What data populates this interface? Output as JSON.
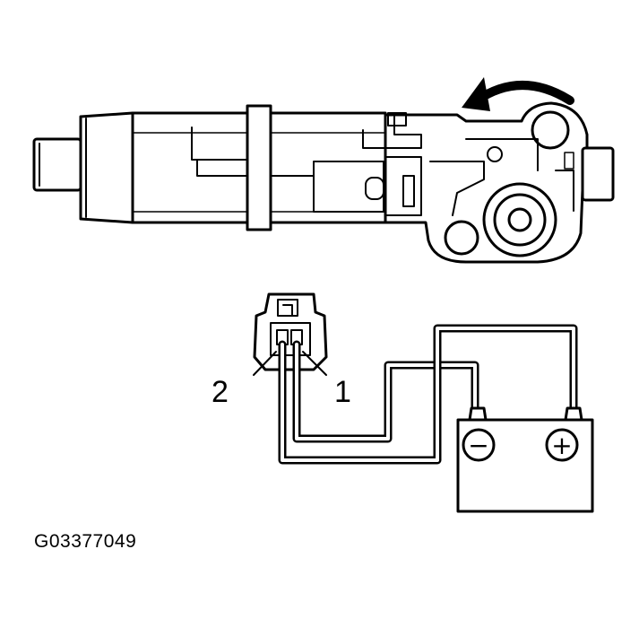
{
  "labels": {
    "pin_2": "2",
    "pin_1": "1",
    "figure_id": "G03377049"
  },
  "battery": {
    "negative_symbol": "−",
    "positive_symbol": "+"
  },
  "colors": {
    "line": "#000000",
    "background": "#ffffff"
  }
}
